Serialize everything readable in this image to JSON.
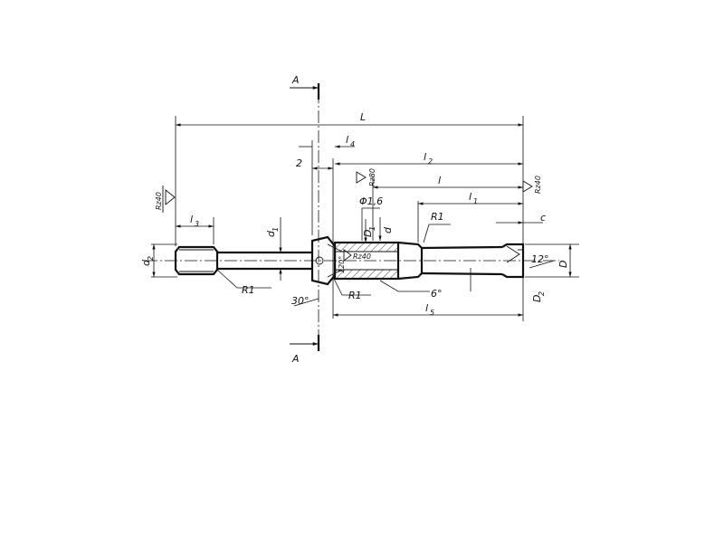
{
  "section": {
    "mark_top": "A",
    "mark_bottom": "A"
  },
  "dimensions": {
    "L": "L",
    "l4": "l",
    "l4_sub": "4",
    "two": "2",
    "l2": "l",
    "l2_sub": "2",
    "l": "l",
    "l1": "l",
    "l1_sub": "1",
    "l3": "l",
    "l3_sub": "3",
    "d1": "d",
    "d1_sub": "1",
    "d2": "d",
    "d2_sub": "2",
    "D1": "D",
    "D1_sub": "1",
    "d": "d",
    "phi": "Φ1,6",
    "R1_mid": "R1",
    "R1_left": "R1",
    "R1_hub": "R1",
    "c": "c",
    "D": "D",
    "D2": "D",
    "D2_sub": "2",
    "angle_12": "12°",
    "angle_30": "30°",
    "angle_120": "120°",
    "angle_6": "6°",
    "l5": "l",
    "l5_sub": "5"
  },
  "roughness": {
    "left": "Rz40",
    "rz80": "Rz80",
    "right": "Rz40",
    "bore": "Rz40"
  }
}
